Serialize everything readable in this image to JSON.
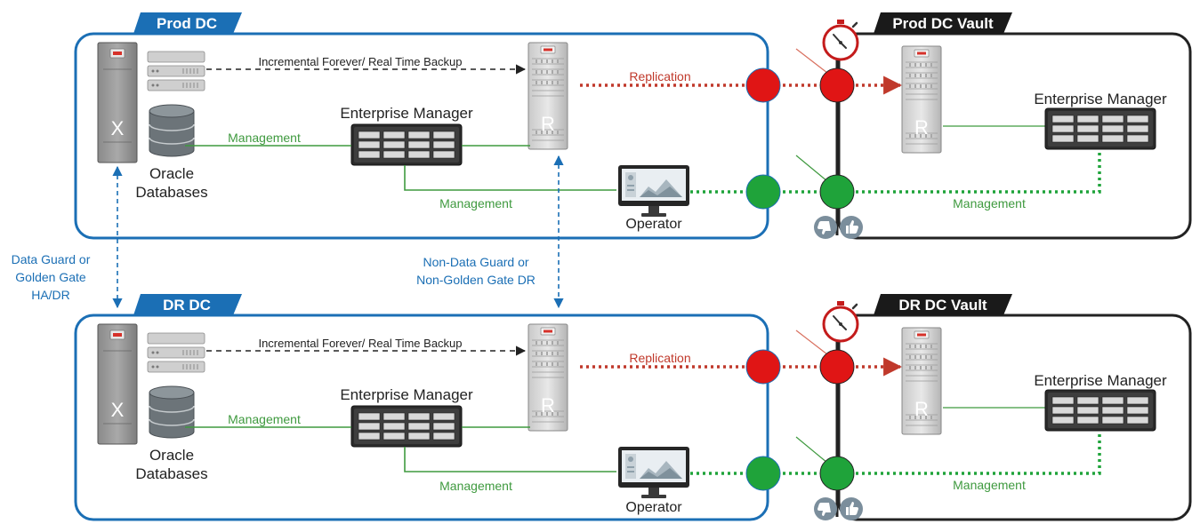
{
  "prod": {
    "dc_title": "Prod DC",
    "vault_title": "Prod DC Vault",
    "backup_label": "Incremental Forever/ Real Time Backup",
    "replication_label": "Replication",
    "em_label": "Enterprise Manager",
    "vault_em_label": "Enterprise Manager",
    "mgmt_label_1": "Management",
    "mgmt_label_2": "Management",
    "vault_mgmt_label": "Management",
    "db_label_line1": "Oracle",
    "db_label_line2": "Databases",
    "operator_label": "Operator",
    "exadata_letter": "X",
    "recovery_letter": "R",
    "vault_recovery_letter": "R"
  },
  "dr": {
    "dc_title": "DR DC",
    "vault_title": "DR DC Vault",
    "backup_label": "Incremental Forever/ Real Time Backup",
    "replication_label": "Replication",
    "em_label": "Enterprise Manager",
    "vault_em_label": "Enterprise Manager",
    "mgmt_label_1": "Management",
    "mgmt_label_2": "Management",
    "vault_mgmt_label": "Management",
    "db_label_line1": "Oracle",
    "db_label_line2": "Databases",
    "operator_label": "Operator",
    "exadata_letter": "X",
    "recovery_letter": "R",
    "vault_recovery_letter": "R"
  },
  "links": {
    "dataguard_line1": "Data Guard or",
    "dataguard_line2": "Golden Gate",
    "dataguard_line3": "HA/DR",
    "nondg_line1": "Non-Data Guard or",
    "nondg_line2": "Non-Golden Gate DR"
  },
  "colors": {
    "dc_border": "#1b6fb5",
    "dc_tab": "#1b6fb5",
    "vault_border": "#222222",
    "vault_tab": "#1a1a1a",
    "management_green": "#3f9a3f",
    "replication_red": "#c0392b",
    "link_blue": "#1b6fb5",
    "signal_red": "#e01515",
    "signal_green": "#1fa33a"
  }
}
